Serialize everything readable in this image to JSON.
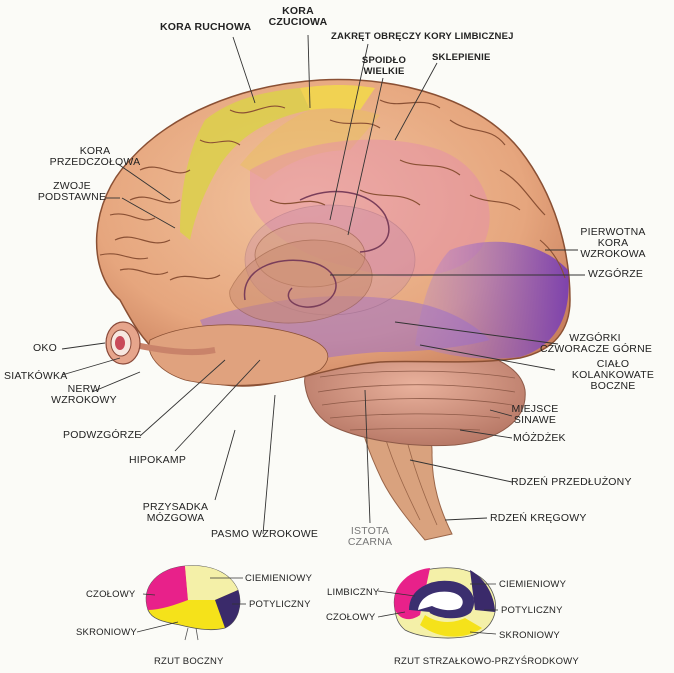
{
  "labels": {
    "kora_ruchowa": "KORA RUCHOWA",
    "kora_czuciowa_1": "KORA",
    "kora_czuciowa_2": "CZUCIOWA",
    "zakret": "ZAKRĘT OBRĘCZY KORY LIMBICZNEJ",
    "spoidlo_1": "SPOIDŁO",
    "spoidlo_2": "WIELKIE",
    "sklepienie": "SKLEPIENIE",
    "kora_przed_1": "KORA",
    "kora_przed_2": "PRZEDCZOŁOWA",
    "zwoje_1": "ZWOJE",
    "zwoje_2": "PODSTAWNE",
    "pierwotna_1": "PIERWOTNA",
    "pierwotna_2": "KORA",
    "pierwotna_3": "WZROKOWA",
    "wzgorze": "WZGÓRZE",
    "oko": "OKO",
    "wzgorki_1": "WZGÓRKI",
    "wzgorki_2": "CZWORACZE GÓRNE",
    "cialo_1": "CIAŁO",
    "cialo_2": "KOLANKOWATE",
    "cialo_3": "BOCZNE",
    "siatkowka": "SIATKÓWKA",
    "nerw_1": "NERW",
    "nerw_2": "WZROKOWY",
    "miejsce_1": "MIEJSCE",
    "miejsce_2": "SINAWE",
    "podwzgorze": "PODWZGÓRZE",
    "mozdzek": "MÓŻDŻEK",
    "hipokamp": "HIPOKAMP",
    "rdzen_przedl": "RDZEŃ PRZEDŁUŻONY",
    "przysadka_1": "PRZYSADKA",
    "przysadka_2": "MÓZGOWA",
    "rdzen_kreg": "RDZEŃ KRĘGOWY",
    "istota_1": "ISTOTA",
    "istota_2": "CZARNA",
    "pasmo": "PASMO WZROKOWE"
  },
  "inset_lateral": {
    "czolowy": "CZOŁOWY",
    "ciemieniowy": "CIEMIENIOWY",
    "potyliczny": "POTYLICZNY",
    "skroniowy": "SKRONIOWY",
    "caption": "RZUT BOCZNY"
  },
  "inset_medial": {
    "limbiczny": "LIMBICZNY",
    "czolowy": "CZOŁOWY",
    "ciemieniowy": "CIEMIENIOWY",
    "potyliczny": "POTYLICZNY",
    "skroniowy": "SKRONIOWY",
    "caption": "RZUT STRZAŁKOWO-PRZYŚRODKOWY"
  },
  "colors": {
    "brain_base": "#e8b08a",
    "motor_yellow": "#efd14a",
    "sensory_yellow": "#f2d64c",
    "limbic_pink": "#e58ab0",
    "purple": "#8a58b8",
    "cerebellum": "#d79a86",
    "lobe_magenta": "#e8218a",
    "lobe_yellow": "#f5e21a",
    "lobe_cream": "#f4f0a8",
    "lobe_dark": "#3a2a6a",
    "line": "#333333"
  }
}
